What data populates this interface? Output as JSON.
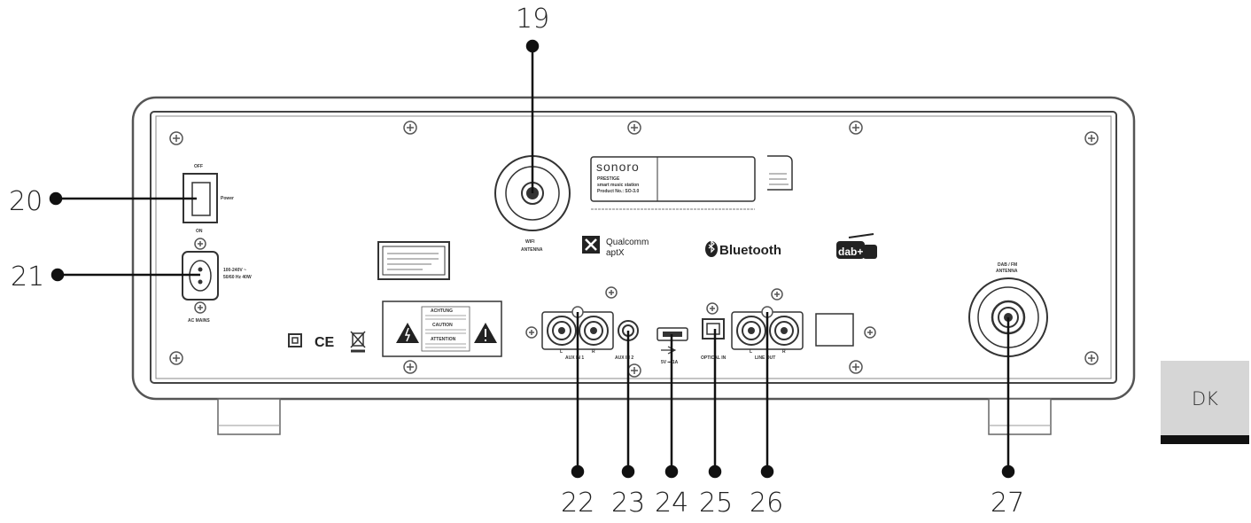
{
  "callouts": [
    "19",
    "20",
    "21",
    "22",
    "23",
    "24",
    "25",
    "26",
    "27"
  ],
  "language_tab": "DK",
  "switch": {
    "off": "OFF",
    "power": "Power",
    "on": "ON"
  },
  "ac": {
    "label": "AC MAINS",
    "rating_1": "100-240V ~",
    "rating_2": "50/60 Hz 40W"
  },
  "wifi": {
    "line1": "WIFI",
    "line2": "ANTENNA"
  },
  "dab": {
    "line1": "DAB / FM",
    "line2": "ANTENNA"
  },
  "brand": {
    "name": "sonoro",
    "model": "PRESTIGE",
    "desc": "smart music station",
    "product": "Product No.: SO-3.0"
  },
  "logos": {
    "qualcomm": "Qualcomm",
    "aptx": "aptX",
    "bluetooth": "Bluetooth",
    "dab": "dab+"
  },
  "ports": {
    "aux1": "AUX IN 1",
    "aux2": "AUX IN 2",
    "usb": "5V ⎓ 1A",
    "optical": "OPTICAL IN",
    "lineout": "LINE OUT",
    "left": "L",
    "right": "R"
  },
  "warning": {
    "title": "ACHTUNG",
    "caution": "CAUTION",
    "attention": "ATTENTION"
  }
}
